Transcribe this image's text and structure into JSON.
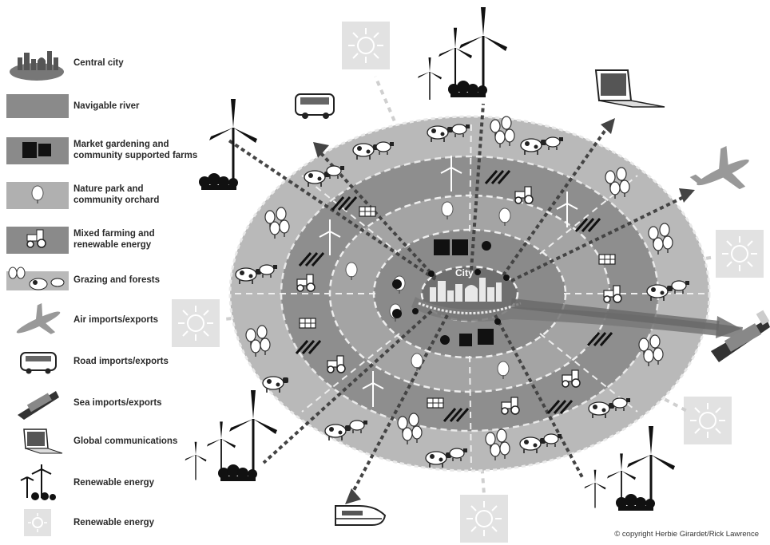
{
  "legend": {
    "items": [
      {
        "label": "Central city",
        "icon": "city-skyline-icon"
      },
      {
        "label": "Navigable river",
        "icon": "river-swatch-icon"
      },
      {
        "label": "Market gardening and\ncommunity supported farms",
        "icon": "market-garden-icon"
      },
      {
        "label": "Nature park and\ncommunity orchard",
        "icon": "orchard-tree-icon"
      },
      {
        "label": "Mixed farming and\nrenewable energy",
        "icon": "tractor-icon"
      },
      {
        "label": "Grazing and forests",
        "icon": "cow-forest-icon"
      },
      {
        "label": "Air imports/exports",
        "icon": "airplane-icon"
      },
      {
        "label": "Road imports/exports",
        "icon": "bus-icon"
      },
      {
        "label": "Sea imports/exports",
        "icon": "ship-icon"
      },
      {
        "label": "Global communications",
        "icon": "laptop-icon"
      },
      {
        "label": "Renewable energy",
        "icon": "wind-turbine-icon"
      },
      {
        "label": "Renewable energy",
        "icon": "solar-sun-icon"
      }
    ]
  },
  "diagram": {
    "city_label": "City",
    "colors": {
      "grazing_ring": "#b9b9b9",
      "mixed_farming_ring": "#8e8e8e",
      "nature_ring": "#a4a4a4",
      "market_ring": "#888888",
      "city_core": "#6f6f6f",
      "river": "#7a7a7a",
      "arrow": "#555555",
      "sun_box": "#e2e2e2"
    }
  },
  "footer": {
    "copyright": "© copyright Herbie Girardet/Rick Lawrence"
  }
}
